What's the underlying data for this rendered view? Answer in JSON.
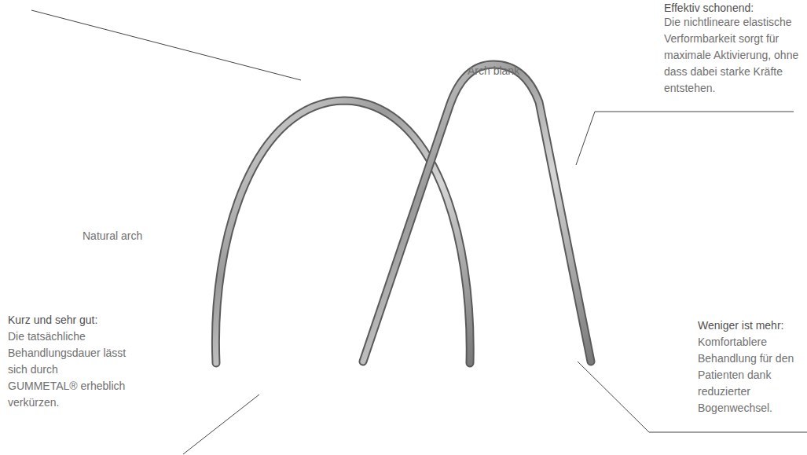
{
  "diagram": {
    "labels": [
      "Effektiv schonend:",
      "Die nichtlineare elastische Verformbarkeit sorgt für maximale Aktivierung, ohne dass dabei starke Kräfte entstehen.",
      "Arch blank",
      "Natural arch",
      "Kurz und sehr gut:",
      "Die tatsächliche Behandlungsdauer lässt sich durch GUMMETAL® erheblich verkürzen.",
      "Weniger ist mehr:",
      "Komfortablere Behandlung für den Patienten dank reduzierter Bogenwechsel."
    ]
  }
}
